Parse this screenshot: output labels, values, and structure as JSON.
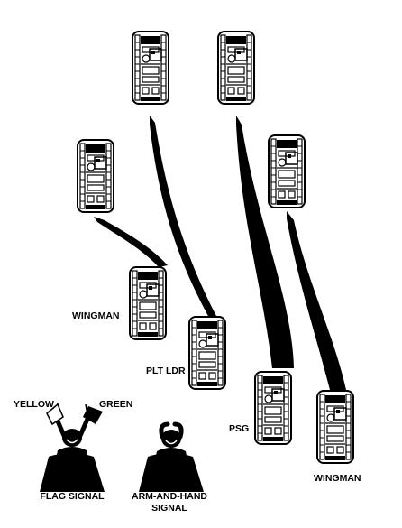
{
  "labels": {
    "wingman_left": "WINGMAN",
    "plt_ldr": "PLT LDR",
    "psg": "PSG",
    "wingman_right": "WINGMAN",
    "yellow": "YELLOW",
    "green": "GREEN",
    "flag_signal": "FLAG SIGNAL",
    "arm_hand_line1": "ARM-AND-HAND",
    "arm_hand_line2": "SIGNAL"
  },
  "colors": {
    "ink": "#000000",
    "paper": "#ffffff"
  }
}
